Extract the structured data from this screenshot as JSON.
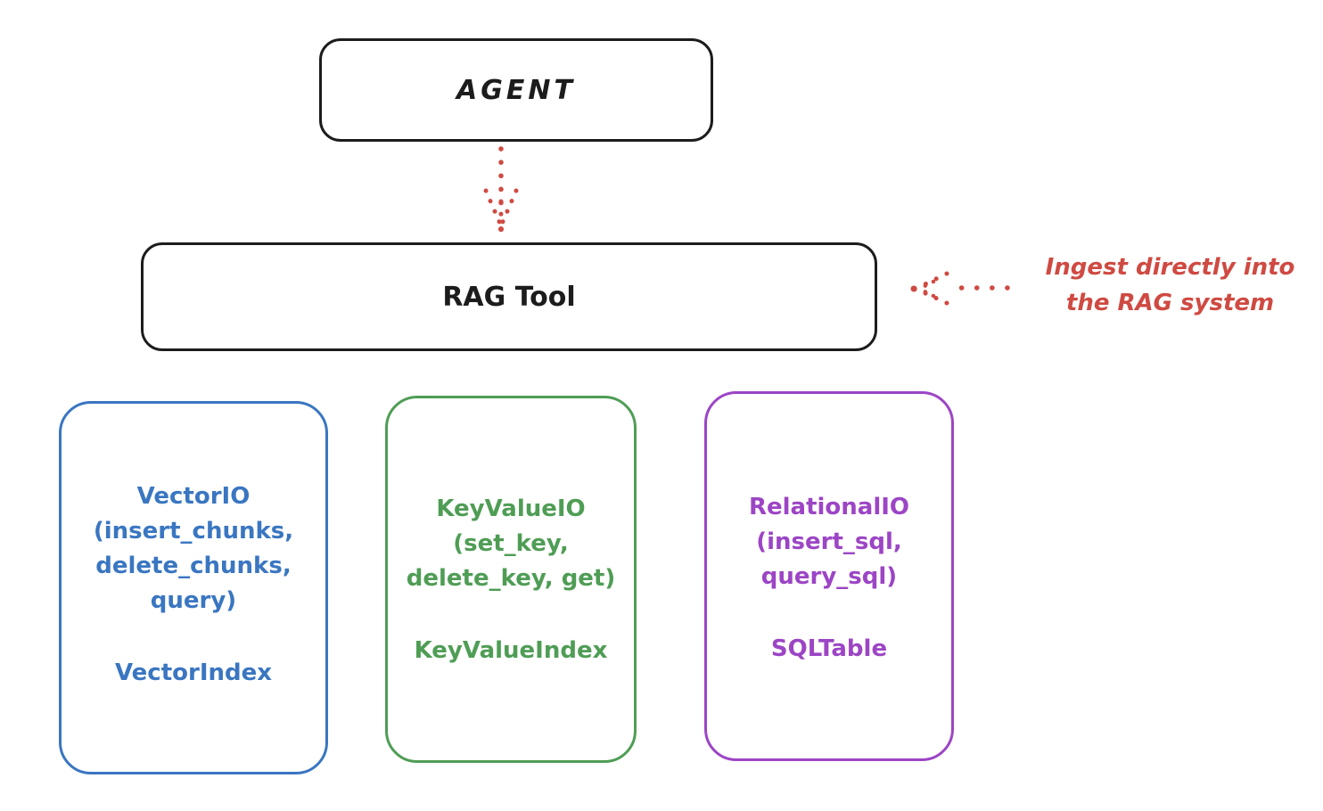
{
  "diagram": {
    "agent_box": {
      "label": "AGENT"
    },
    "rag_tool_box": {
      "label": "RAG Tool"
    },
    "annotation": {
      "line1": "Ingest directly into",
      "line2": "the RAG system"
    },
    "stores": [
      {
        "title": "VectorIO",
        "api_lines": [
          "(insert_chunks,",
          "delete_chunks,",
          "query)"
        ],
        "index_label": "VectorIndex",
        "color": "#3a76c1"
      },
      {
        "title": "KeyValueIO",
        "api_lines": [
          "(set_key,",
          "delete_key, get)"
        ],
        "index_label": "KeyValueIndex",
        "color": "#4f9d55"
      },
      {
        "title": "RelationalIO",
        "api_lines": [
          "(insert_sql,",
          "query_sql)"
        ],
        "index_label": "SQLTable",
        "color": "#9c45c5"
      }
    ],
    "colors": {
      "outline": "#1c1c1c",
      "red": "#cf4a42"
    }
  }
}
